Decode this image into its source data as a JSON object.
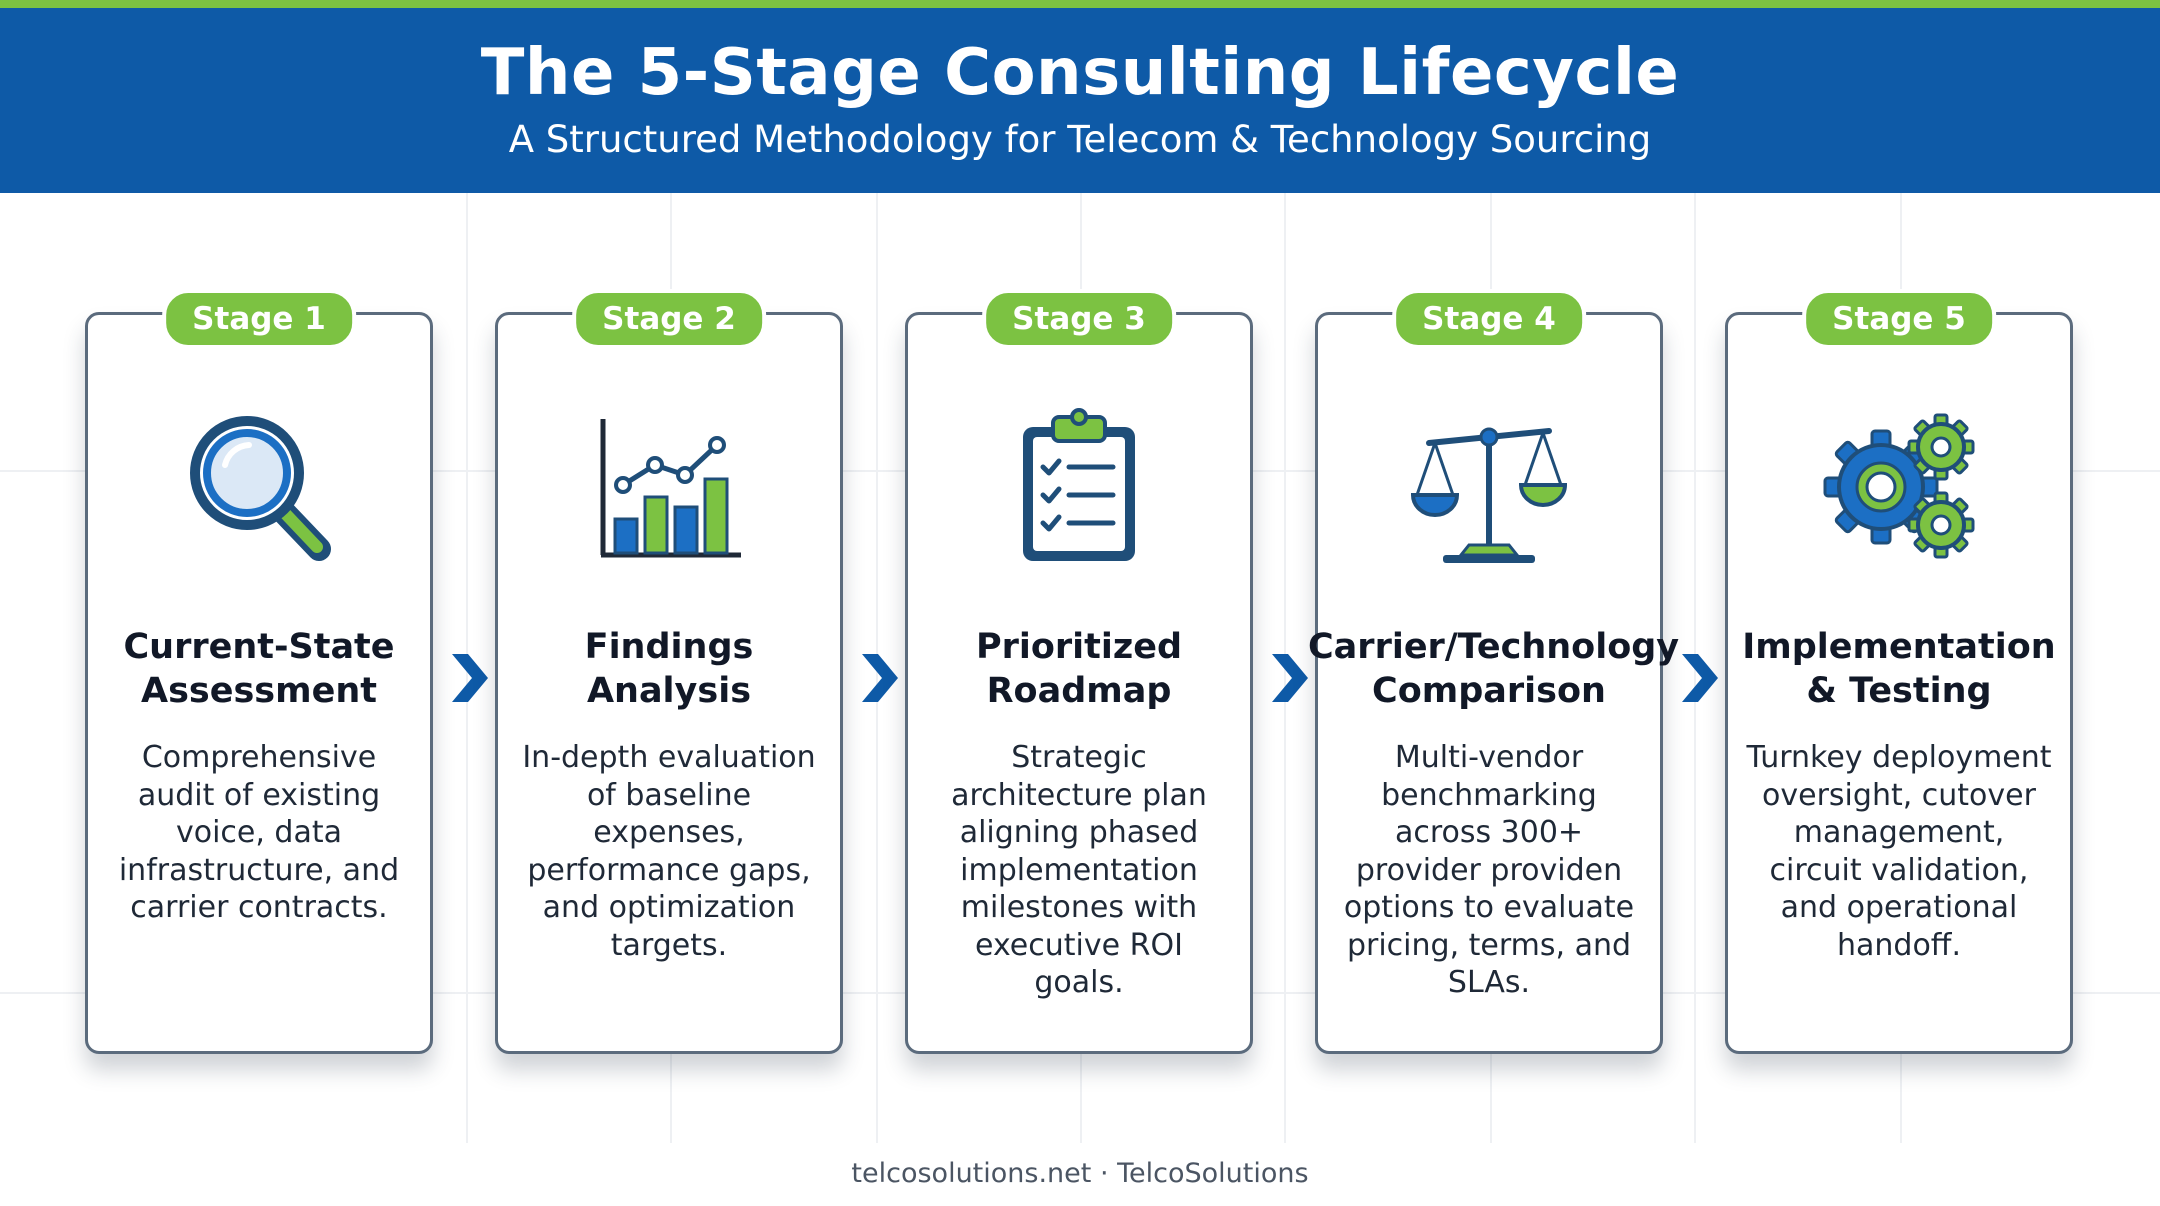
{
  "header": {
    "title": "The 5-Stage Consulting Lifecycle",
    "subtitle": "A Structured Methodology for Telecom & Technology Sourcing"
  },
  "stages": [
    {
      "badge": "Stage 1",
      "icon": "magnifying-glass-icon",
      "title_line1": "Current-State",
      "title_line2": "Assessment",
      "description": "Comprehensive audit of existing voice, data infrastructure, and carrier contracts."
    },
    {
      "badge": "Stage 2",
      "icon": "bar-line-chart-icon",
      "title_line1": "Findings",
      "title_line2": "Analysis",
      "description": "In-depth evaluation of baseline expenses, performance gaps, and optimization targets."
    },
    {
      "badge": "Stage 3",
      "icon": "clipboard-checklist-icon",
      "title_line1": "Prioritized",
      "title_line2": "Roadmap",
      "description": "Strategic architecture plan aligning phased implementation milestones with executive ROI goals."
    },
    {
      "badge": "Stage 4",
      "icon": "balance-scale-icon",
      "title_line1": "Carrier/Technology",
      "title_line2": "Comparison",
      "description": "Multi-vendor benchmarking across 300+ provider providen options to evaluate pricing, terms, and SLAs."
    },
    {
      "badge": "Stage 5",
      "icon": "gears-icon",
      "title_line1": "Implementation",
      "title_line2": "& Testing",
      "description": "Turnkey deployment oversight, cutover management, circuit validation, and operational handoff."
    }
  ],
  "footer": {
    "text": "telcosolutions.net · TelcoSolutions"
  },
  "colors": {
    "header_blue": "#0e5aa7",
    "accent_green": "#7cc242",
    "icon_navy": "#1f4e79",
    "icon_blue": "#1c6fc4",
    "card_border": "#5b6b7d"
  }
}
